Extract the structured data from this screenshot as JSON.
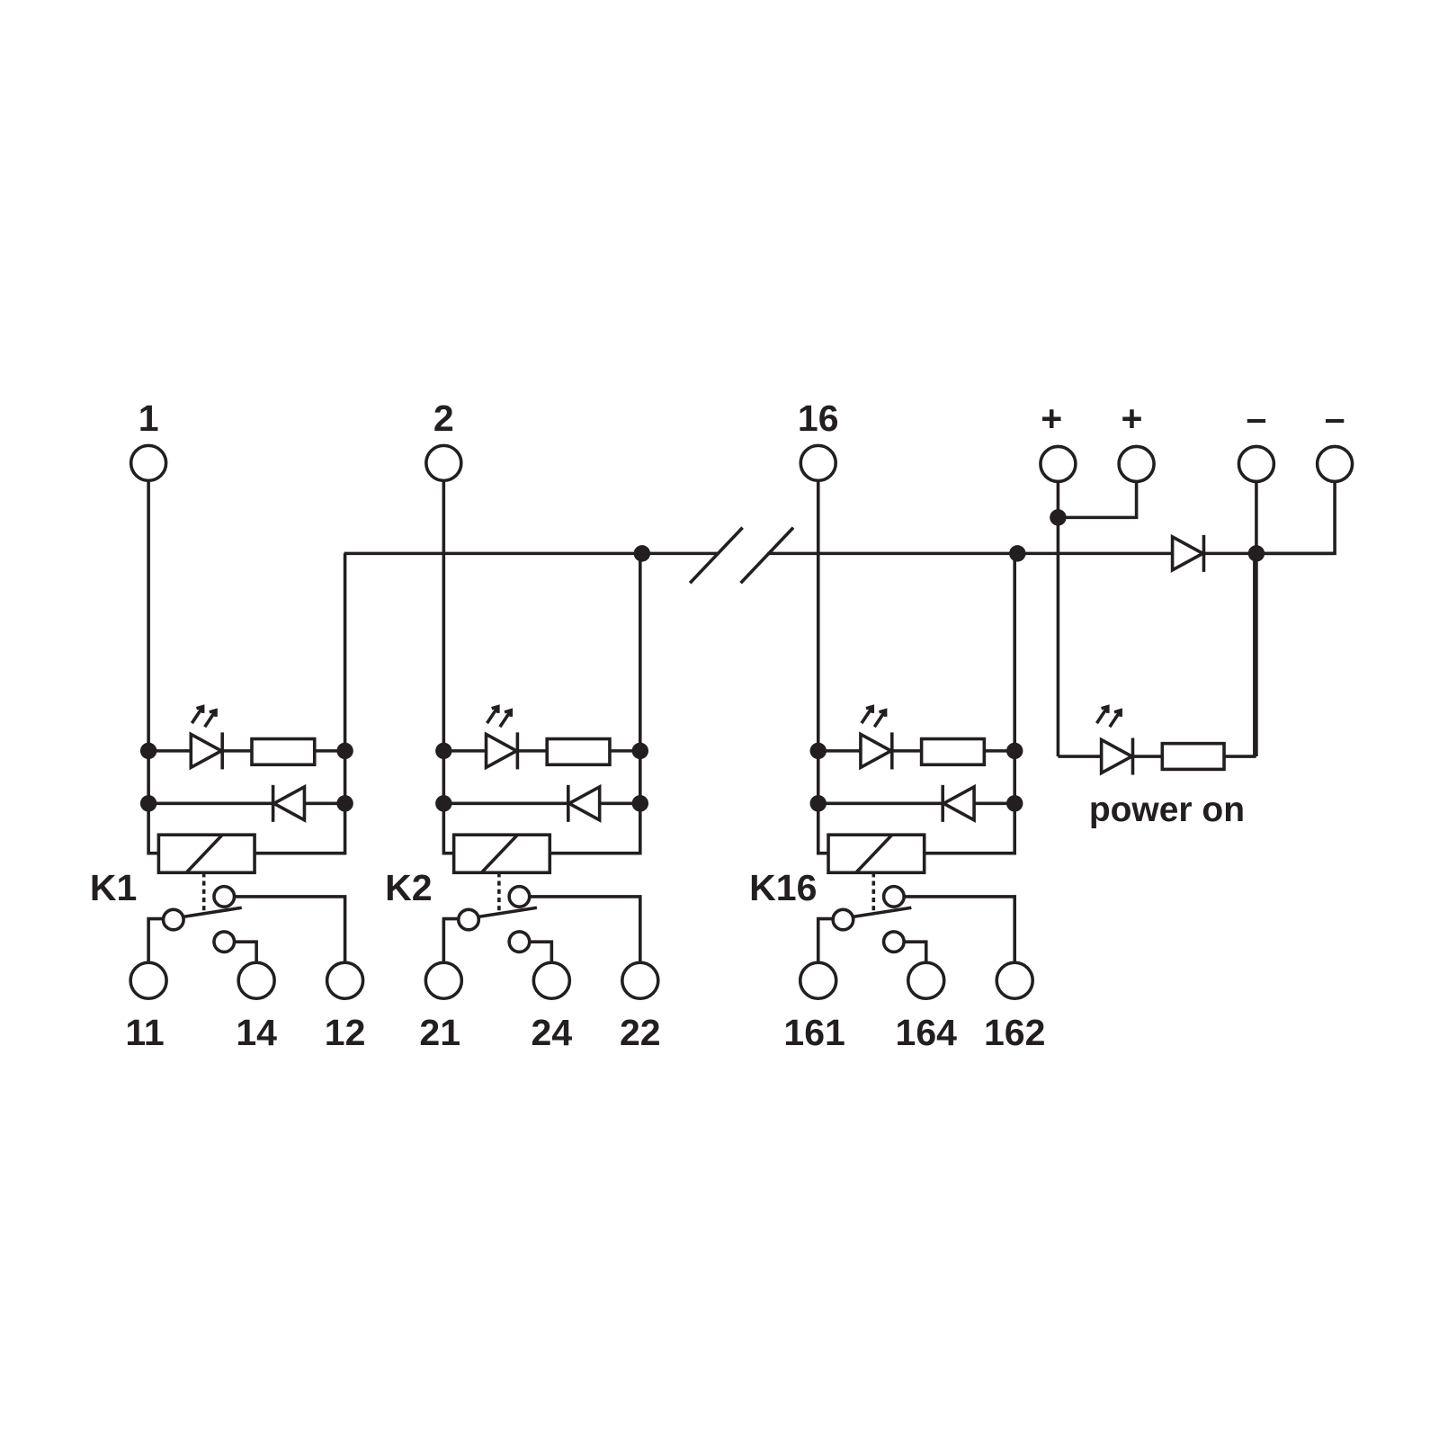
{
  "relays": [
    {
      "name": "K1",
      "input": "1",
      "terminals": [
        "11",
        "14",
        "12"
      ]
    },
    {
      "name": "K2",
      "input": "2",
      "terminals": [
        "21",
        "24",
        "22"
      ]
    },
    {
      "name": "K16",
      "input": "16",
      "terminals": [
        "161",
        "164",
        "162"
      ]
    }
  ],
  "supply": {
    "plus1": "+",
    "plus2": "+",
    "minus1": "–",
    "minus2": "–",
    "power_label": "power on"
  },
  "colors": {
    "line": "#231f20",
    "background": "#ffffff"
  }
}
